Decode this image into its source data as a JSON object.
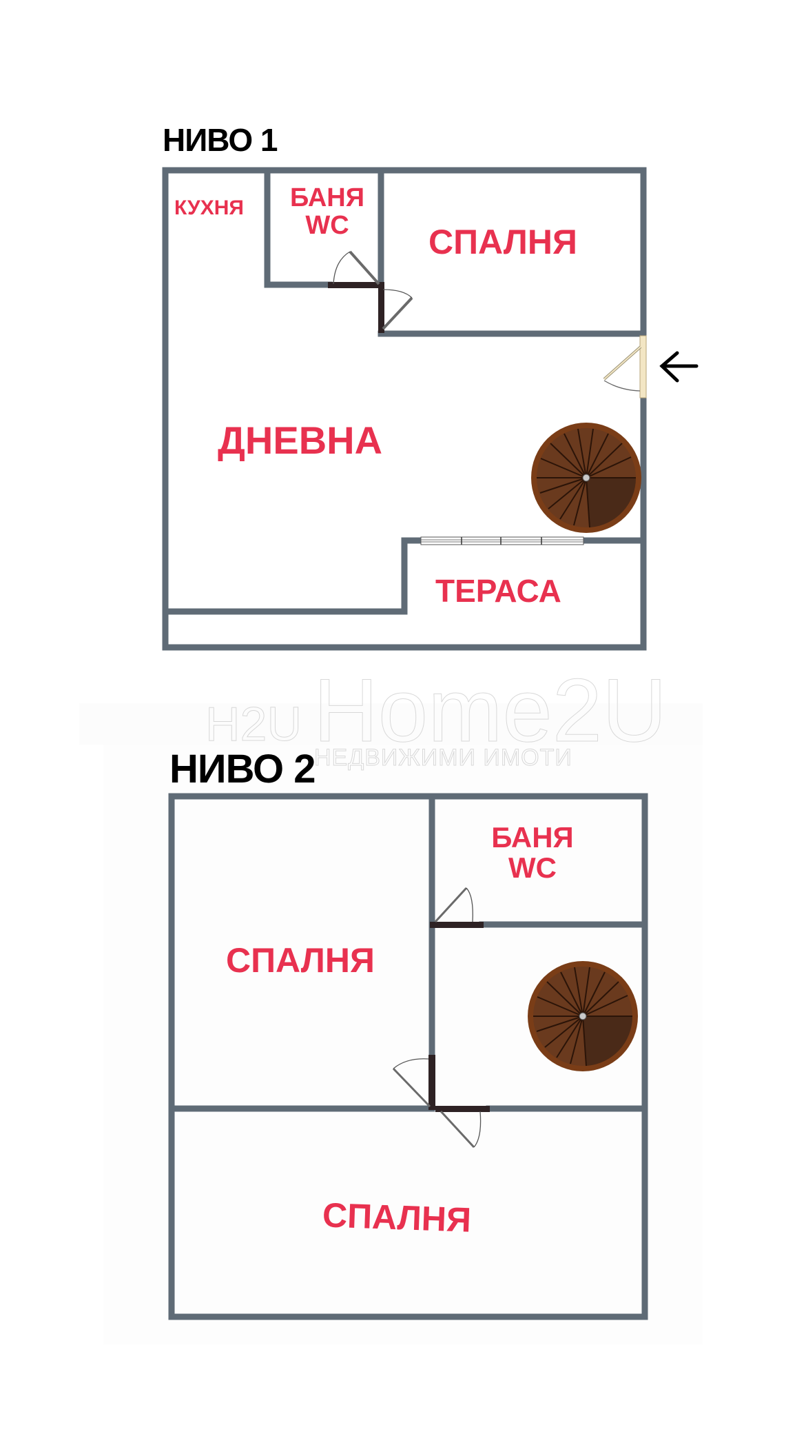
{
  "levels": [
    {
      "title": "НИВО 1",
      "rooms": {
        "kitchen": "КУХНЯ",
        "bath_line1": "БАНЯ",
        "bath_line2": "WC",
        "bedroom": "СПАЛНЯ",
        "living": "ДНЕВНА",
        "terrace": "ТЕРАСА"
      },
      "entrance_arrow": "←"
    },
    {
      "title": "НИВО 2",
      "rooms": {
        "bedroom_left": "СПАЛНЯ",
        "bath_line1": "БАНЯ",
        "bath_line2": "WC",
        "bedroom_bottom": "СПАЛНЯ"
      }
    }
  ],
  "watermark": {
    "logo": "H2U",
    "brand": "Home2U",
    "tagline": "НЕДВИЖИМИ ИМОТИ"
  },
  "colors": {
    "wall": "#5f6b76",
    "door_frame": "#2e2224",
    "label_red": "#e8314f",
    "stair_outer": "#7a3d17",
    "stair_inner": "#5e3520",
    "stair_dark": "#4a2a18",
    "entrance_door": "#f3e6c4"
  }
}
